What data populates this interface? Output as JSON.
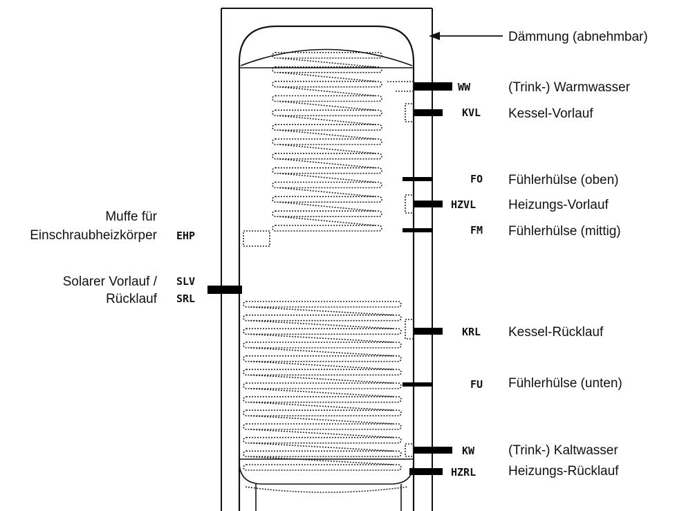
{
  "right_labels": {
    "insulation": "Dämmung (abnehmbar)",
    "ww": {
      "code": "WW",
      "text": "(Trink-) Warmwasser"
    },
    "kvl": {
      "code": "KVL",
      "text": "Kessel-Vorlauf"
    },
    "fo": {
      "code": "FO",
      "text": "Fühlerhülse (oben)"
    },
    "hzvl": {
      "code": "HZVL",
      "text": "Heizungs-Vorlauf"
    },
    "fm": {
      "code": "FM",
      "text": "Fühlerhülse (mittig)"
    },
    "krl": {
      "code": "KRL",
      "text": "Kessel-Rücklauf"
    },
    "fu": {
      "code": "FU",
      "text": "Fühlerhülse (unten)"
    },
    "kw": {
      "code": "KW",
      "text": "(Trink-) Kaltwasser"
    },
    "hzrl": {
      "code": "HZRL",
      "text": "Heizungs-Rücklauf"
    }
  },
  "left_labels": {
    "ehp": {
      "code": "EHP",
      "line1": "Muffe für",
      "line2": "Einschraubheizkörper"
    },
    "solar": {
      "code1": "SLV",
      "code2": "SRL",
      "line1": "Solarer Vorlauf /",
      "line2": "Rücklauf"
    }
  }
}
